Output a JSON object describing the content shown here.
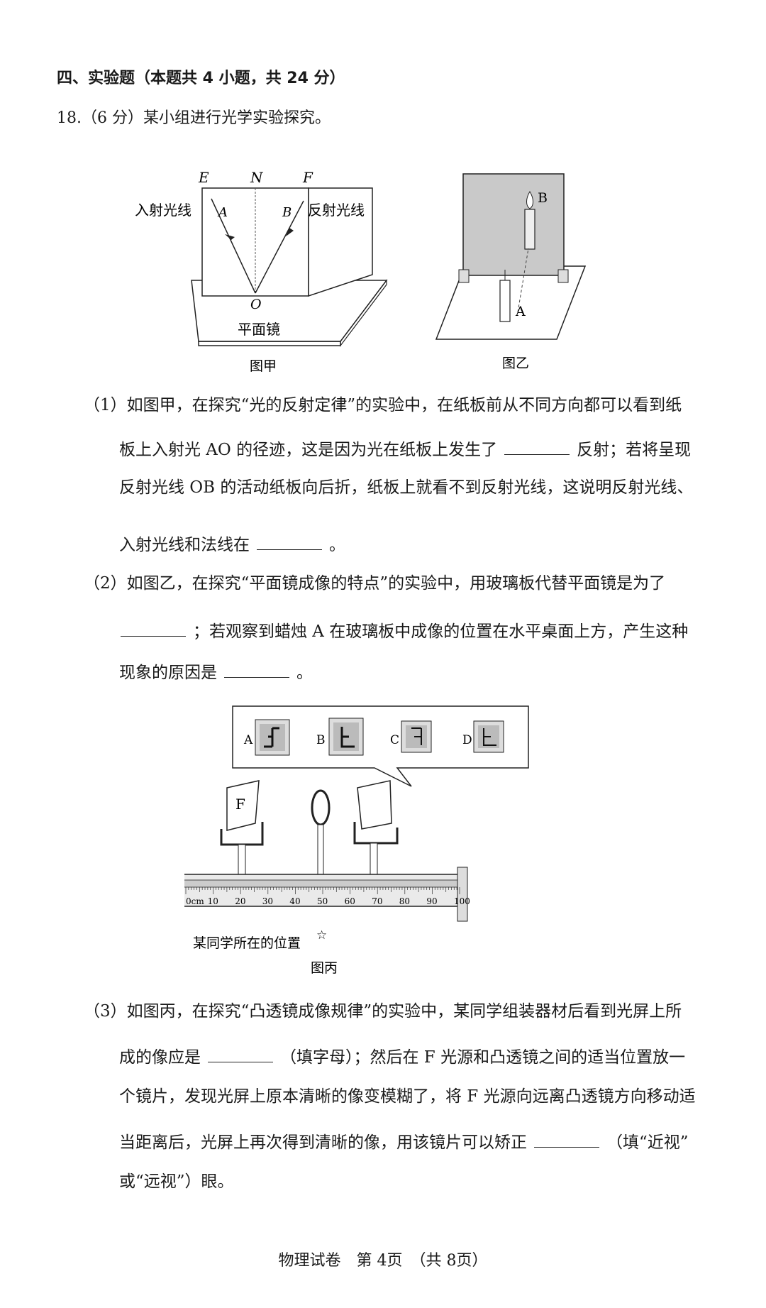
{
  "section": {
    "title": "四、实验题（本题共 4 小题，共 24 分）"
  },
  "question": {
    "title": "18.（6 分）某小组进行光学实验探究。"
  },
  "figure_jia": {
    "label_E": "E",
    "label_N": "N",
    "label_F": "F",
    "label_A": "A",
    "label_B": "B",
    "label_O": "O",
    "incident": "入射光线",
    "reflected": "反射光线",
    "mirror": "平面镜",
    "caption": "图甲"
  },
  "figure_yi": {
    "label_B": "B",
    "label_A": "A",
    "caption": "图乙"
  },
  "part1": {
    "line1": "（1）如图甲，在探究“光的反射定律”的实验中，在纸板前从不同方向都可以看到纸",
    "line2a": "板上入射光 AO 的径迹，这是因为光在纸板上发生了",
    "line2b": "反射；若将呈现",
    "line3": "反射光线 OB 的活动纸板向后折，纸板上就看不到反射光线，这说明反射光线、",
    "line4a": "入射光线和法线在",
    "line4b": "。"
  },
  "part2": {
    "line1": "（2）如图乙，在探究“平面镜成像的特点”的实验中，用玻璃板代替平面镜是为了",
    "line2b": "；若观察到蜡烛 A 在玻璃板中成像的位置在水平桌面上方，产生这种",
    "line3a": "现象的原因是",
    "line3b": "。"
  },
  "figure_bing": {
    "options": [
      "A",
      "B",
      "C",
      "D"
    ],
    "f_label": "F",
    "ruler_labels": [
      "0cm",
      "10",
      "20",
      "30",
      "40",
      "50",
      "60",
      "70",
      "80",
      "90",
      "100"
    ],
    "position_text": "某同学所在的位置",
    "star": "☆",
    "caption": "图丙"
  },
  "part3": {
    "line1": "（3）如图丙，在探究“凸透镜成像规律”的实验中，某同学组装器材后看到光屏上所",
    "line2a": "成的像应是",
    "line2b": "（填字母）；然后在 F 光源和凸透镜之间的适当位置放一",
    "line3": "个镜片，发现光屏上原本清晰的像变模糊了，将 F 光源向远离凸透镜方向移动适",
    "line4a": "当距离后，光屏上再次得到清晰的像，用该镜片可以矫正",
    "line4b": "（填“近视”",
    "line5": "或“远视”）眼。"
  },
  "footer": {
    "text": "物理试卷　第 4页　（共 8页）"
  }
}
